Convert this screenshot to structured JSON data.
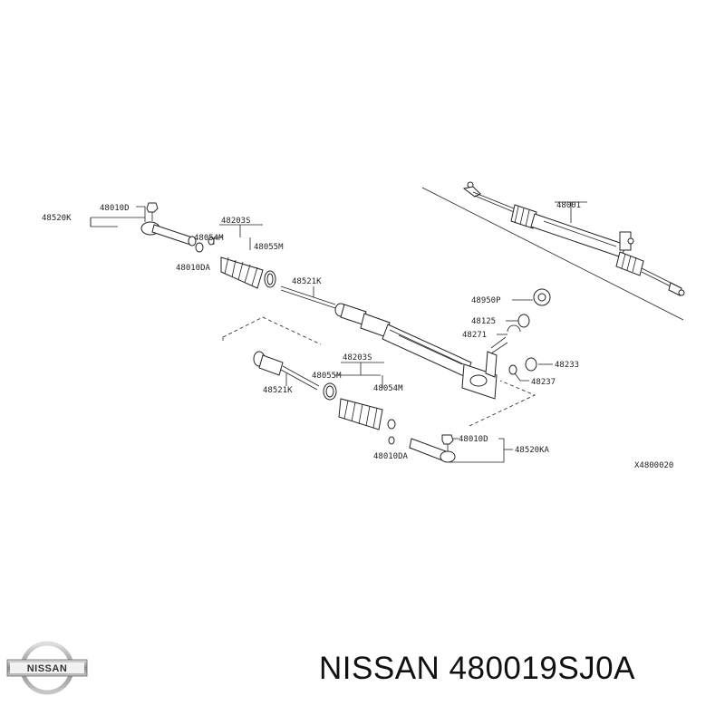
{
  "labels": {
    "l_48010D_top": "48010D",
    "l_48520K": "48520K",
    "l_48203S_top": "48203S",
    "l_48054M_top": "48054M",
    "l_48055M_top": "48055M",
    "l_48010DA_top": "48010DA",
    "l_48521K_top": "48521K",
    "l_48001": "48001",
    "l_48950P": "48950P",
    "l_48125": "48125",
    "l_48271": "48271",
    "l_48233": "48233",
    "l_48237": "48237",
    "l_48203S_bot": "48203S",
    "l_48055M_bot": "48055M",
    "l_48054M_bot": "48054M",
    "l_48521K_bot": "48521K",
    "l_48010D_bot": "48010D",
    "l_48520KA": "48520KA",
    "l_48010DA_bot": "48010DA",
    "l_ref": "X4800020"
  },
  "logo_text": "NISSAN",
  "caption": "NISSAN 480019SJ0A"
}
